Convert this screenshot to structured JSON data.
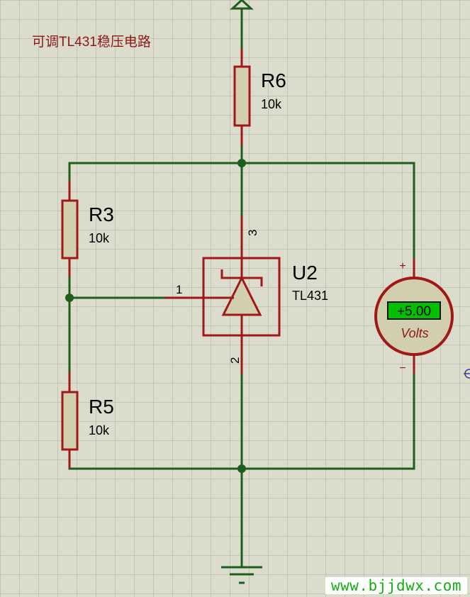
{
  "title": "可调TL431稳压电路",
  "components": {
    "r6": {
      "ref": "R6",
      "value": "10k"
    },
    "r3": {
      "ref": "R3",
      "value": "10k"
    },
    "r5": {
      "ref": "R5",
      "value": "10k"
    },
    "u2": {
      "ref": "U2",
      "part": "TL431",
      "pin_ref": "1",
      "pin_cathode": "3",
      "pin_anode": "2"
    }
  },
  "voltmeter": {
    "reading": "+5.00",
    "unit": "Volts",
    "plus": "+",
    "minus": "−"
  },
  "watermark": "www.bjjdwx.com",
  "colors": {
    "wire": "#1d5e1d",
    "component": "#a01818",
    "body_fill": "#d2cfae",
    "lcd": "#00c000"
  }
}
